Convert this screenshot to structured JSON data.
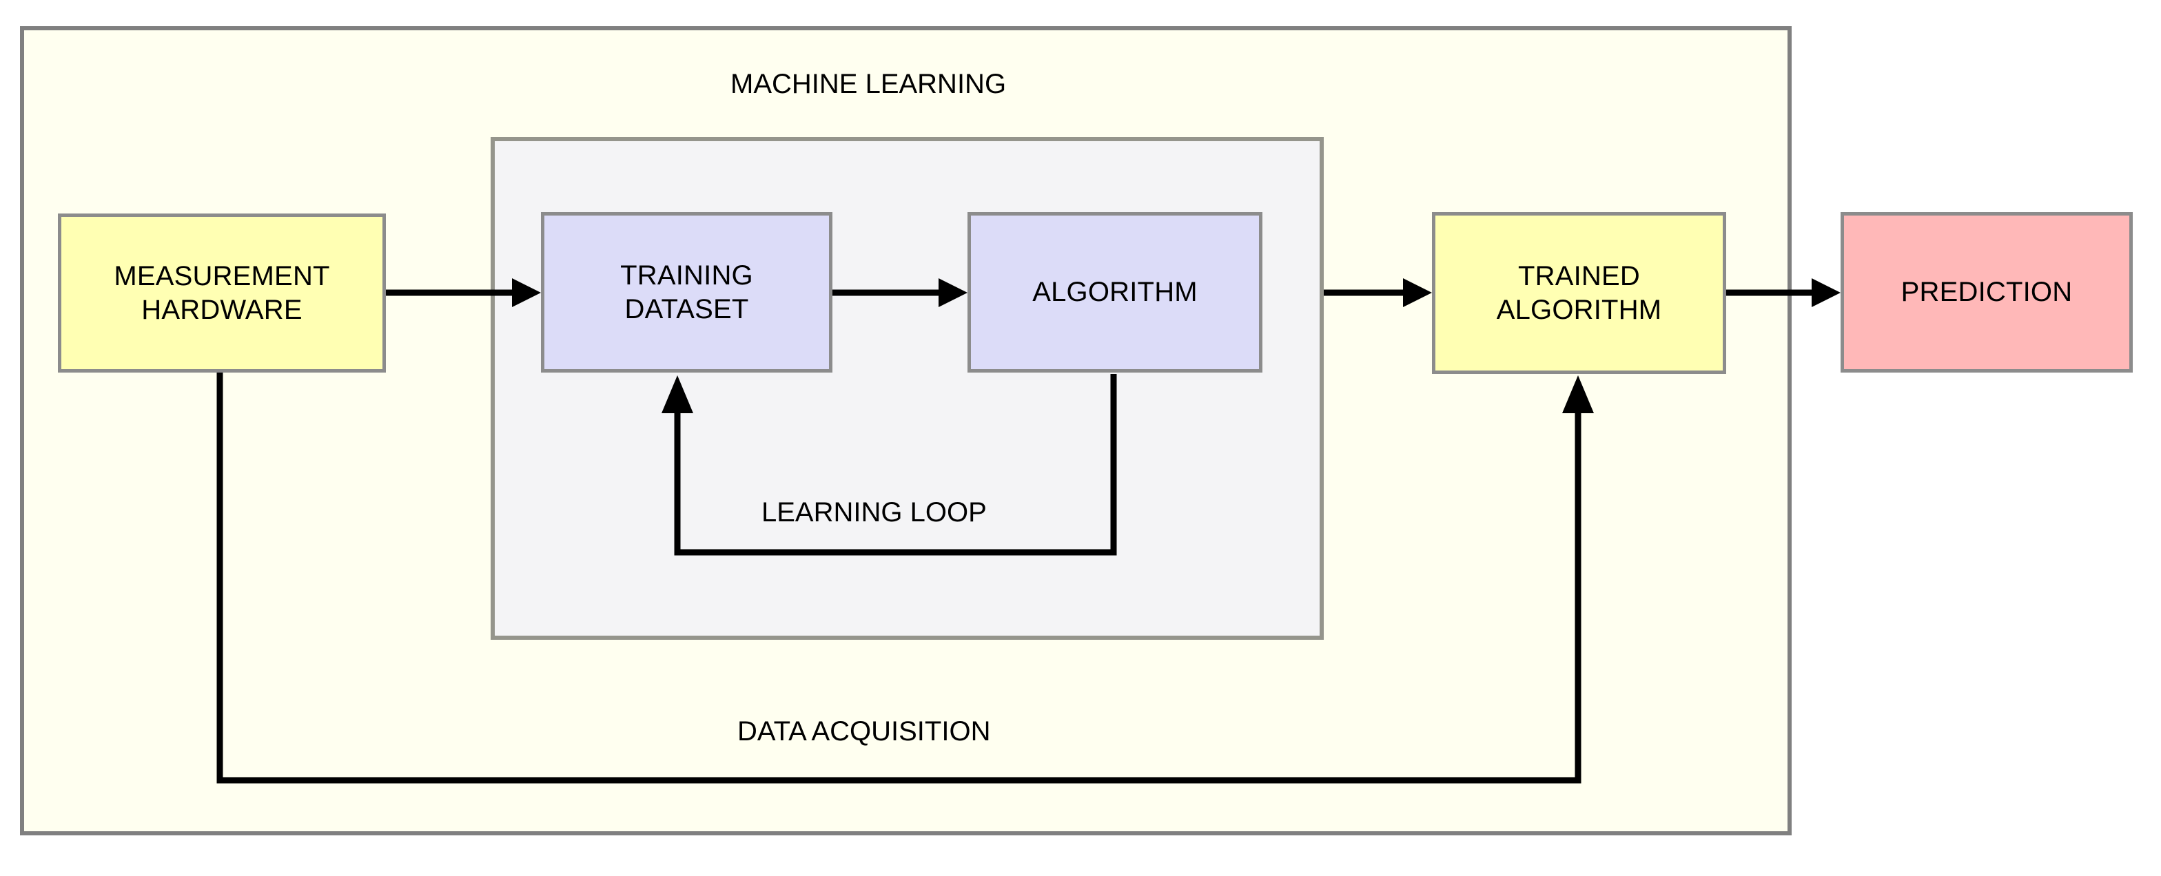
{
  "diagram": {
    "title": "MACHINE LEARNING",
    "outer_scope_label": "MACHINE LEARNING",
    "inner_scope_label": "",
    "colors": {
      "outer_fill": "#fffff0",
      "outer_border": "#808080",
      "inner_fill": "#f4f4f6",
      "inner_border": "#95958c",
      "hardware_fill": "#ffffb3",
      "data_fill": "#dcdcf8",
      "output_fill": "#ffb8b8",
      "node_border": "#8c8c8c",
      "connector": "#000000"
    },
    "nodes": [
      {
        "id": "measurement-hardware",
        "label": "MEASUREMENT\nHARDWARE",
        "fill": "#ffffb3"
      },
      {
        "id": "training-dataset",
        "label": "TRAINING\nDATASET",
        "fill": "#dcdcf8"
      },
      {
        "id": "algorithm",
        "label": "ALGORITHM",
        "fill": "#dcdcf8"
      },
      {
        "id": "trained-algorithm",
        "label": "TRAINED\nALGORITHM",
        "fill": "#ffffb3"
      },
      {
        "id": "prediction",
        "label": "PREDICTION",
        "fill": "#ffb8b8"
      }
    ],
    "edge_labels": {
      "learning_loop": "LEARNING LOOP",
      "data_acquisition": "DATA ACQUISITION"
    },
    "edges": [
      {
        "from": "measurement-hardware",
        "to": "training-dataset",
        "label": ""
      },
      {
        "from": "training-dataset",
        "to": "algorithm",
        "label": ""
      },
      {
        "from": "algorithm",
        "to": "trained-algorithm",
        "label": ""
      },
      {
        "from": "trained-algorithm",
        "to": "prediction",
        "label": ""
      },
      {
        "from": "algorithm",
        "to": "training-dataset",
        "label": "LEARNING LOOP"
      },
      {
        "from": "measurement-hardware",
        "to": "trained-algorithm",
        "label": "DATA ACQUISITION"
      }
    ]
  }
}
